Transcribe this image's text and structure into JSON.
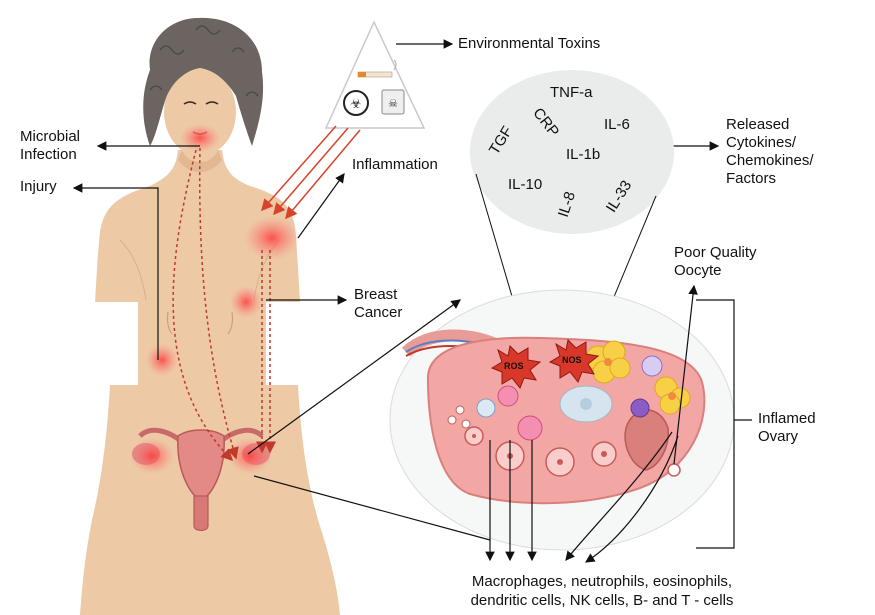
{
  "labels": {
    "environmental_toxins": "Environmental Toxins",
    "microbial_infection": [
      "Microbial",
      "Infection"
    ],
    "injury": "Injury",
    "inflammation": "Inflammation",
    "released": [
      "Released",
      "Cytokines/",
      "Chemokines/",
      "Factors"
    ],
    "breast_cancer": [
      "Breast",
      "Cancer"
    ],
    "poor_quality_oocyte": [
      "Poor Quality",
      "Oocyte"
    ],
    "inflamed_ovary": [
      "Inflamed",
      "Ovary"
    ],
    "immune_cells": [
      "Macrophages, neutrophils, eosinophils,",
      "dendritic cells, NK cells, B- and T - cells"
    ]
  },
  "cytokines": [
    "TNF-a",
    "TGF",
    "CRP",
    "IL-6",
    "IL-1b",
    "IL-10",
    "IL-8",
    "IL-33"
  ],
  "bursts": [
    "ROS",
    "NOS"
  ],
  "colors": {
    "skin": "#edc9a6",
    "hair": "#6b6460",
    "inflamed": "#ff4a4a",
    "arrow_red": "#d9432a",
    "ovary_tissue": "#f3a7a5",
    "cloud": "#e9eceb"
  }
}
